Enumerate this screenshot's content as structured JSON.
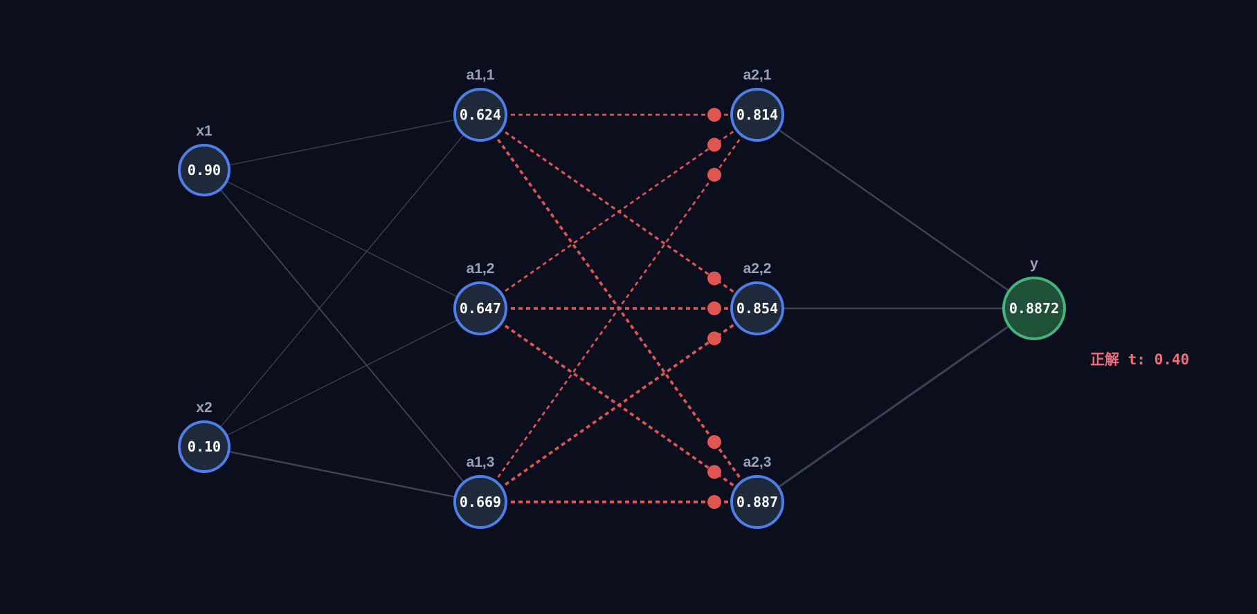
{
  "colors": {
    "background": "#0a0e1d",
    "node_fill": "#1e293b",
    "node_border": "#4f7ee8",
    "output_fill": "#1f5038",
    "output_border": "#48b27e",
    "label": "#9aa3b6",
    "value_text": "#ffffff",
    "edge_solid": "#3a4252",
    "edge_highlight": "#e05452",
    "target_text": "#ef6e7c"
  },
  "nodes": [
    {
      "id": "x1",
      "label": "x1",
      "value": "0.90",
      "layer": "input"
    },
    {
      "id": "x2",
      "label": "x2",
      "value": "0.10",
      "layer": "input"
    },
    {
      "id": "a11",
      "label": "a1,1",
      "value": "0.624",
      "layer": "hidden1"
    },
    {
      "id": "a12",
      "label": "a1,2",
      "value": "0.647",
      "layer": "hidden1"
    },
    {
      "id": "a13",
      "label": "a1,3",
      "value": "0.669",
      "layer": "hidden1"
    },
    {
      "id": "a21",
      "label": "a2,1",
      "value": "0.814",
      "layer": "hidden2"
    },
    {
      "id": "a22",
      "label": "a2,2",
      "value": "0.854",
      "layer": "hidden2"
    },
    {
      "id": "a23",
      "label": "a2,3",
      "value": "0.887",
      "layer": "hidden2"
    },
    {
      "id": "y",
      "label": "y",
      "value": "0.8872",
      "layer": "output"
    }
  ],
  "edges": [
    {
      "from": "x1",
      "to": "a11",
      "style": "solid",
      "weight": 1
    },
    {
      "from": "x1",
      "to": "a12",
      "style": "solid",
      "weight": 1
    },
    {
      "from": "x1",
      "to": "a13",
      "style": "solid",
      "weight": 2
    },
    {
      "from": "x2",
      "to": "a11",
      "style": "solid",
      "weight": 1
    },
    {
      "from": "x2",
      "to": "a12",
      "style": "solid",
      "weight": 1
    },
    {
      "from": "x2",
      "to": "a13",
      "style": "solid",
      "weight": 3
    },
    {
      "from": "a11",
      "to": "a21",
      "style": "highlight",
      "weight": 2
    },
    {
      "from": "a11",
      "to": "a22",
      "style": "highlight",
      "weight": 3
    },
    {
      "from": "a11",
      "to": "a23",
      "style": "highlight",
      "weight": 4
    },
    {
      "from": "a12",
      "to": "a21",
      "style": "highlight",
      "weight": 2
    },
    {
      "from": "a12",
      "to": "a22",
      "style": "highlight",
      "weight": 4
    },
    {
      "from": "a12",
      "to": "a23",
      "style": "highlight",
      "weight": 4
    },
    {
      "from": "a13",
      "to": "a21",
      "style": "highlight",
      "weight": 2
    },
    {
      "from": "a13",
      "to": "a22",
      "style": "highlight",
      "weight": 4
    },
    {
      "from": "a13",
      "to": "a23",
      "style": "highlight",
      "weight": 5
    },
    {
      "from": "a21",
      "to": "y",
      "style": "solid",
      "weight": 3
    },
    {
      "from": "a22",
      "to": "y",
      "style": "solid",
      "weight": 3
    },
    {
      "from": "a23",
      "to": "y",
      "style": "solid",
      "weight": 4
    }
  ],
  "target": {
    "text": "正解 t: 0.40"
  }
}
